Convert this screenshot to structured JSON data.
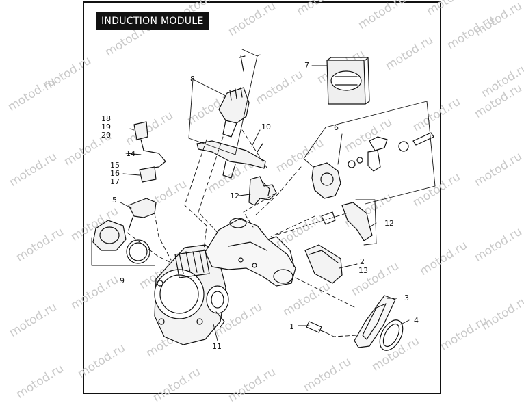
{
  "title": "INDUCTION MODULE",
  "watermark": "motod.ru",
  "callouts": [
    {
      "id": "c1",
      "text": "1"
    },
    {
      "id": "c2",
      "text": "2"
    },
    {
      "id": "c3",
      "text": "3"
    },
    {
      "id": "c4",
      "text": "4"
    },
    {
      "id": "c5",
      "text": "5"
    },
    {
      "id": "c6",
      "text": "6"
    },
    {
      "id": "c7",
      "text": "7"
    },
    {
      "id": "c8",
      "text": "8"
    },
    {
      "id": "c9",
      "text": "9"
    },
    {
      "id": "c10",
      "text": "10"
    },
    {
      "id": "c11",
      "text": "11"
    },
    {
      "id": "c12a",
      "text": "12"
    },
    {
      "id": "c12b",
      "text": "12"
    },
    {
      "id": "c13",
      "text": "13"
    },
    {
      "id": "c14",
      "text": "14"
    },
    {
      "id": "c15",
      "text": "15"
    },
    {
      "id": "c16",
      "text": "16"
    },
    {
      "id": "c17",
      "text": "17"
    },
    {
      "id": "c18",
      "text": "18"
    },
    {
      "id": "c19",
      "text": "19"
    },
    {
      "id": "c20",
      "text": "20"
    }
  ],
  "colors": {
    "ink": "#111111",
    "watermark": "#c9c9c9",
    "title_bg": "#111111",
    "title_fg": "#ffffff"
  }
}
